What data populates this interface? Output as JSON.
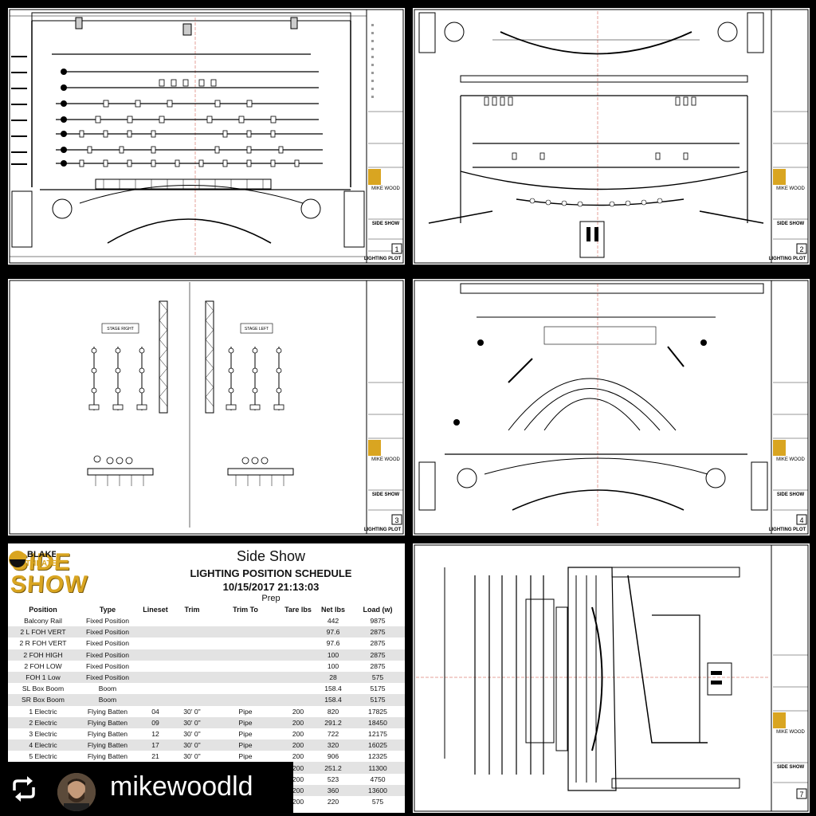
{
  "panels": {
    "sheet_title": "SIDE SHOW",
    "sheet_type": "LIGHTING PLOT",
    "company": "MIKE WOOD",
    "sheet_numbers": [
      "1",
      "2",
      "3",
      "4",
      "7"
    ],
    "labels_p3": {
      "stage_right": "STAGE RIGHT",
      "stage_left": "STAGE LEFT"
    }
  },
  "schedule": {
    "logo_show": "SIDE SHOW",
    "logo_theater_line1": "BLAKE",
    "logo_theater_line2": "THEATER",
    "title": "Side Show",
    "subtitle": "LIGHTING POSITION SCHEDULE",
    "datetime": "10/15/2017 21:13:03",
    "prep": "Prep",
    "columns": [
      "Position",
      "Type",
      "Lineset",
      "Trim",
      "Trim To",
      "Tare lbs",
      "Net lbs",
      "Load (w)"
    ],
    "rows": [
      [
        "Balcony Rail",
        "Fixed Position",
        "",
        "",
        "",
        "",
        "442",
        "9875"
      ],
      [
        "2 L FOH VERT",
        "Fixed Position",
        "",
        "",
        "",
        "",
        "97.6",
        "2875"
      ],
      [
        "2 R FOH VERT",
        "Fixed Position",
        "",
        "",
        "",
        "",
        "97.6",
        "2875"
      ],
      [
        "2 FOH HIGH",
        "Fixed Position",
        "",
        "",
        "",
        "",
        "100",
        "2875"
      ],
      [
        "2 FOH LOW",
        "Fixed Position",
        "",
        "",
        "",
        "",
        "100",
        "2875"
      ],
      [
        "FOH 1 Low",
        "Fixed Position",
        "",
        "",
        "",
        "",
        "28",
        "575"
      ],
      [
        "SL Box Boom",
        "Boom",
        "",
        "",
        "",
        "",
        "158.4",
        "5175"
      ],
      [
        "SR Box Boom",
        "Boom",
        "",
        "",
        "",
        "",
        "158.4",
        "5175"
      ],
      [
        "1 Electric",
        "Flying Batten",
        "04",
        "30' 0\"",
        "Pipe",
        "200",
        "820",
        "17825"
      ],
      [
        "2 Electric",
        "Flying Batten",
        "09",
        "30' 0\"",
        "Pipe",
        "200",
        "291.2",
        "18450"
      ],
      [
        "3 Electric",
        "Flying Batten",
        "12",
        "30' 0\"",
        "Pipe",
        "200",
        "722",
        "12175"
      ],
      [
        "4 Electric",
        "Flying Batten",
        "17",
        "30' 0\"",
        "Pipe",
        "200",
        "320",
        "16025"
      ],
      [
        "5 Electric",
        "Flying Batten",
        "21",
        "30' 0\"",
        "Pipe",
        "200",
        "906",
        "12325"
      ],
      [
        "",
        "",
        "",
        "",
        "",
        "200",
        "251.2",
        "11300"
      ],
      [
        "",
        "",
        "",
        "",
        "",
        "200",
        "523",
        "4750"
      ],
      [
        "",
        "",
        "",
        "",
        "",
        "200",
        "360",
        "13600"
      ],
      [
        "",
        "",
        "",
        "",
        "",
        "200",
        "220",
        "575"
      ]
    ]
  },
  "repost": {
    "icon": "repost-icon",
    "username": "mikewoodld"
  },
  "colors": {
    "background": "#000000",
    "paper": "#ffffff",
    "logo_gold": "#d9a521",
    "row_shade": "#e3e3e3"
  }
}
